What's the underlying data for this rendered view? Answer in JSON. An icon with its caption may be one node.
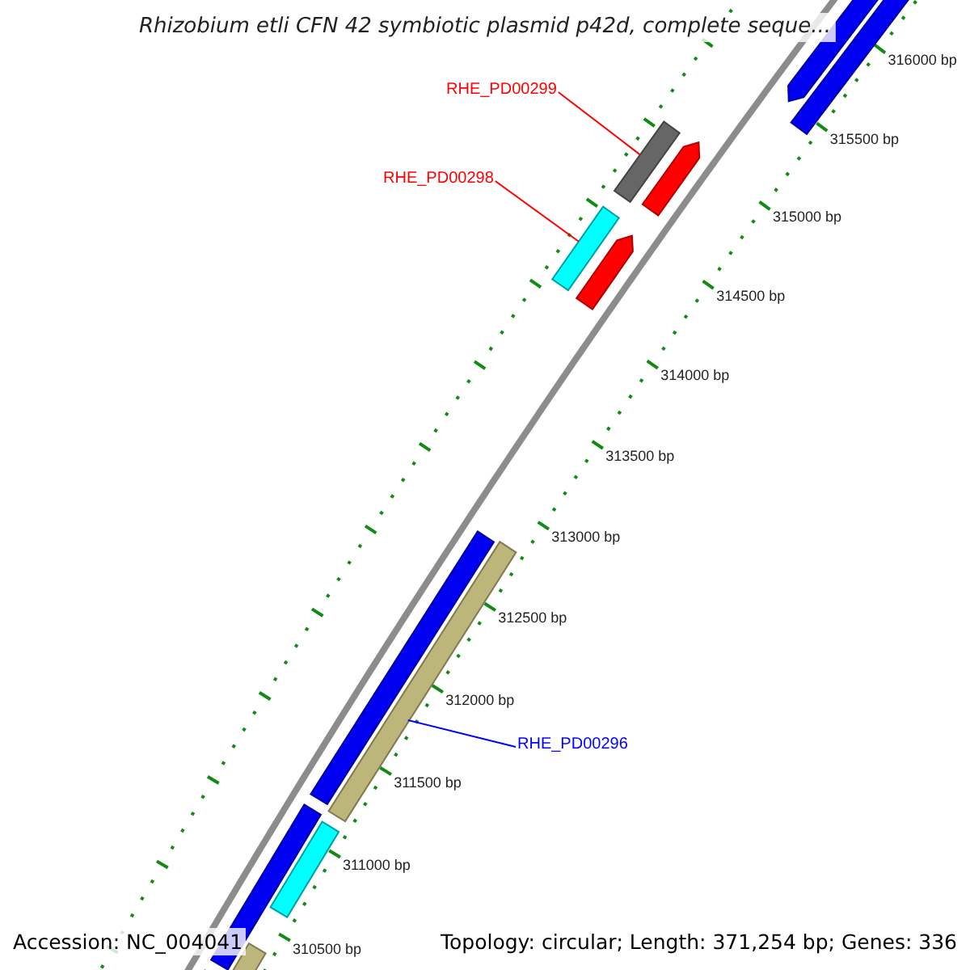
{
  "diagram": {
    "title": "Rhizobium etli CFN 42 symbiotic plasmid p42d, complete seque...",
    "nodes": [
      {
        "text": [
          "RHE_PD00299"
        ]
      },
      {
        "text": [],
        "shape": "bar"
      },
      {
        "text": [
          "RHE_PD00298"
        ]
      },
      {
        "text": [],
        "shape": "bar"
      },
      {
        "text": [
          "RHE_PD00296"
        ]
      },
      {
        "text": [],
        "shape": "bar"
      }
    ],
    "edges": [
      {
        "from": 0,
        "to": 1,
        "arrow": "none"
      },
      {
        "from": 2,
        "to": 3,
        "arrow": "none"
      },
      {
        "from": 4,
        "to": 5,
        "arrow": "none",
        "color": "#0000ff"
      }
    ],
    "labels": [
      "316000 bp",
      "315500 bp",
      "315000 bp",
      "314500 bp",
      "314000 bp",
      "313500 bp",
      "313000 bp",
      "312500 bp",
      "312000 bp",
      "311500 bp",
      "311000 bp",
      "310500 bp",
      "Accession: NC_004041",
      "Topology: circular; Length: 371,254 bp; Genes: 336"
    ]
  }
}
